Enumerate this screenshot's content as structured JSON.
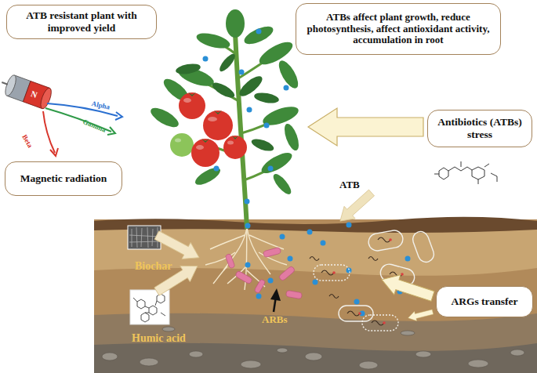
{
  "diagram": {
    "nodes": [
      {
        "text": [
          "ATB resistant plant with improved yield"
        ]
      },
      {
        "text": [
          "ATBs affect plant growth, reduce photosynthesis, affect antioxidant activity, accumulation in root"
        ]
      },
      {
        "text": [
          "Magnetic radiation"
        ]
      },
      {
        "text": [
          "Antibiotics (ATBs) stress"
        ]
      },
      {
        "text": [
          "ARGs transfer"
        ]
      }
    ],
    "labels": [
      "N",
      "Alpha",
      "Gamma",
      "Beta",
      "ATB",
      "Biochar",
      "Humic acid",
      "ARBs"
    ]
  }
}
